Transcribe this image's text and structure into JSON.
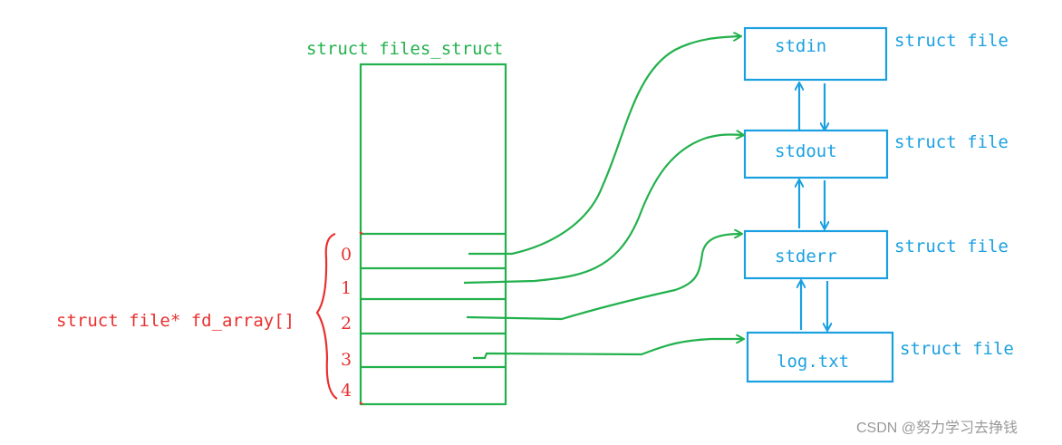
{
  "files_struct_label": "struct files_struct",
  "fd_array_label": "struct file* fd_array[]",
  "fd_indices": [
    "0",
    "1",
    "2",
    "3",
    "4"
  ],
  "files": [
    {
      "name": "stdin",
      "type_label": "struct file"
    },
    {
      "name": "stdout",
      "type_label": "struct file"
    },
    {
      "name": "stderr",
      "type_label": "struct file"
    },
    {
      "name": "log.txt",
      "type_label": "struct file"
    }
  ],
  "watermark": "CSDN @努力学习去挣钱",
  "colors": {
    "files_struct": "#22b14c",
    "fd_array": "#e8312f",
    "struct_file": "#1aa0e0"
  }
}
